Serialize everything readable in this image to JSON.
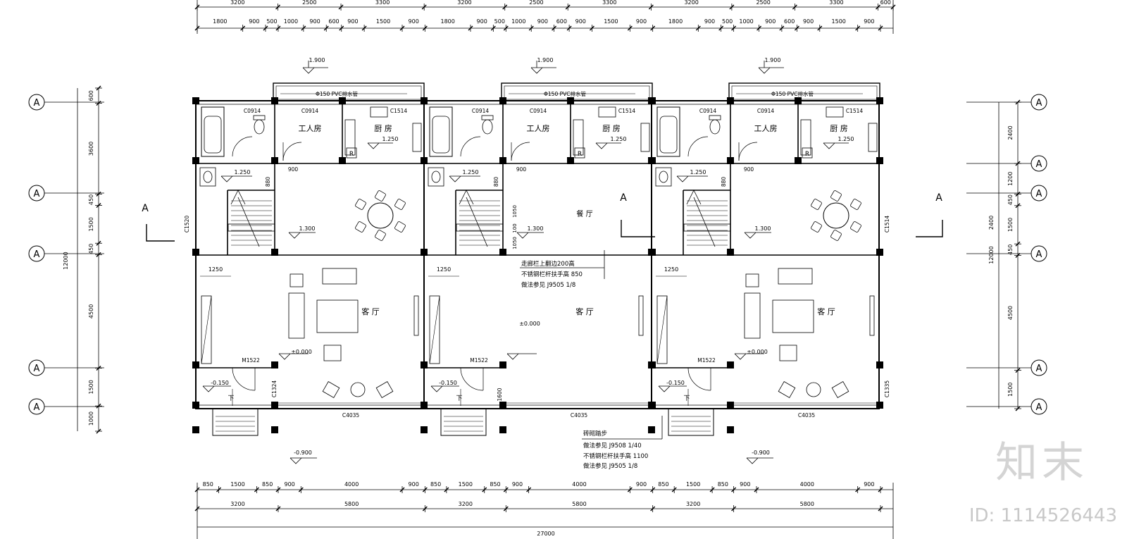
{
  "dims_top_outer": [
    "3200",
    "2500",
    "3300",
    "3200",
    "2500",
    "3300",
    "3200",
    "2500",
    "3300",
    "600"
  ],
  "dims_top_inner": [
    "1800",
    "900",
    "500",
    "1000",
    "900",
    "600",
    "900",
    "1500",
    "900",
    "1800",
    "900",
    "500",
    "1000",
    "900",
    "600",
    "900",
    "1500",
    "900",
    "1800",
    "900",
    "500",
    "1000",
    "900",
    "600",
    "900",
    "1500",
    "900"
  ],
  "dims_bottom_inner": [
    "850",
    "1500",
    "850",
    "900",
    "4000",
    "900",
    "850",
    "1500",
    "850",
    "900",
    "4000",
    "900",
    "850",
    "1500",
    "850",
    "900",
    "4000",
    "900"
  ],
  "dims_bottom_mid": [
    "3200",
    "5800",
    "3200",
    "5800",
    "3200",
    "5800"
  ],
  "dims_bottom_total": "27000",
  "dims_left": [
    "600",
    "3600",
    "450",
    "1500",
    "450",
    "4500",
    "1500",
    "1000"
  ],
  "dims_left_total": "12000",
  "dims_right": [
    "2400",
    "1200",
    "450",
    "1500",
    "450",
    "4500",
    "1500"
  ],
  "dims_right_mid": "2400",
  "dims_right_total": "12000",
  "dims_mid_stair": [
    "1050",
    "100",
    "1050"
  ],
  "dim_1600": "1600",
  "axis_label": "A",
  "section_label": "A",
  "units": [
    {
      "elev_canopy": "1.900",
      "pipe_note": "Φ150 PVC排水管",
      "win_bath": "C0914",
      "win_servant": "C0914",
      "win_kitchen": "C1514",
      "servant_room": "工人房",
      "kitchen": "厨 房",
      "elev_kitchen": "1.250",
      "elev_hall": "1.250",
      "door_900": "900",
      "dim_880": "880",
      "elev_dining": "1.300",
      "dim_1250": "1250",
      "living": "客 厅",
      "elev_living": "±0.000",
      "door_main": "M1522",
      "elev_porch": "-0.150",
      "step_down": "下",
      "win_front": "C4035"
    },
    {
      "elev_canopy": "1.900",
      "pipe_note": "Φ150 PVC排水管",
      "win_bath": "C0914",
      "win_servant": "C0914",
      "win_kitchen": "C1514",
      "servant_room": "工人房",
      "kitchen": "厨 房",
      "elev_kitchen": "1.250",
      "elev_hall": "1.250",
      "door_900": "900",
      "dim_880": "880",
      "elev_dining": "1.300",
      "dim_1250": "1250",
      "living": "客 厅",
      "elev_living": "±0.000",
      "door_main": "M1522",
      "elev_porch": "-0.150",
      "step_down": "下",
      "win_front": "C4035"
    },
    {
      "elev_canopy": "1.900",
      "pipe_note": "Φ150 PVC排水管",
      "win_bath": "C0914",
      "win_servant": "C0914",
      "win_kitchen": "C1514",
      "servant_room": "工人房",
      "kitchen": "厨 房",
      "elev_kitchen": "1.250",
      "elev_hall": "1.250",
      "door_900": "900",
      "dim_880": "880",
      "elev_dining": "1.300",
      "dim_1250": "1250",
      "living": "客 厅",
      "elev_living": "±0.000",
      "door_main": "M1522",
      "elev_porch": "-0.150",
      "step_down": "下",
      "win_front": "C4035"
    }
  ],
  "middle_dining": "餐 厅",
  "side_win_left": "C1520",
  "side_win_right": "C1514",
  "win_c1324": "C1324",
  "win_c1335": "C1335",
  "elev_outside": "-0.900",
  "note_railing_1": "走廊栏上翻边200高",
  "note_railing_2": "不锈钢栏杆扶手高 850",
  "note_railing_3": "做法参见 J9505 1/8",
  "note_steps_1": "砖砌踏步",
  "note_steps_2": "做法参见 J9508 1/40",
  "note_steps_3": "不锈钢栏杆扶手高 1100",
  "note_steps_4": "做法参见 J9505 1/8",
  "watermark_logo": "知末",
  "watermark_id": "ID: 1114526443"
}
